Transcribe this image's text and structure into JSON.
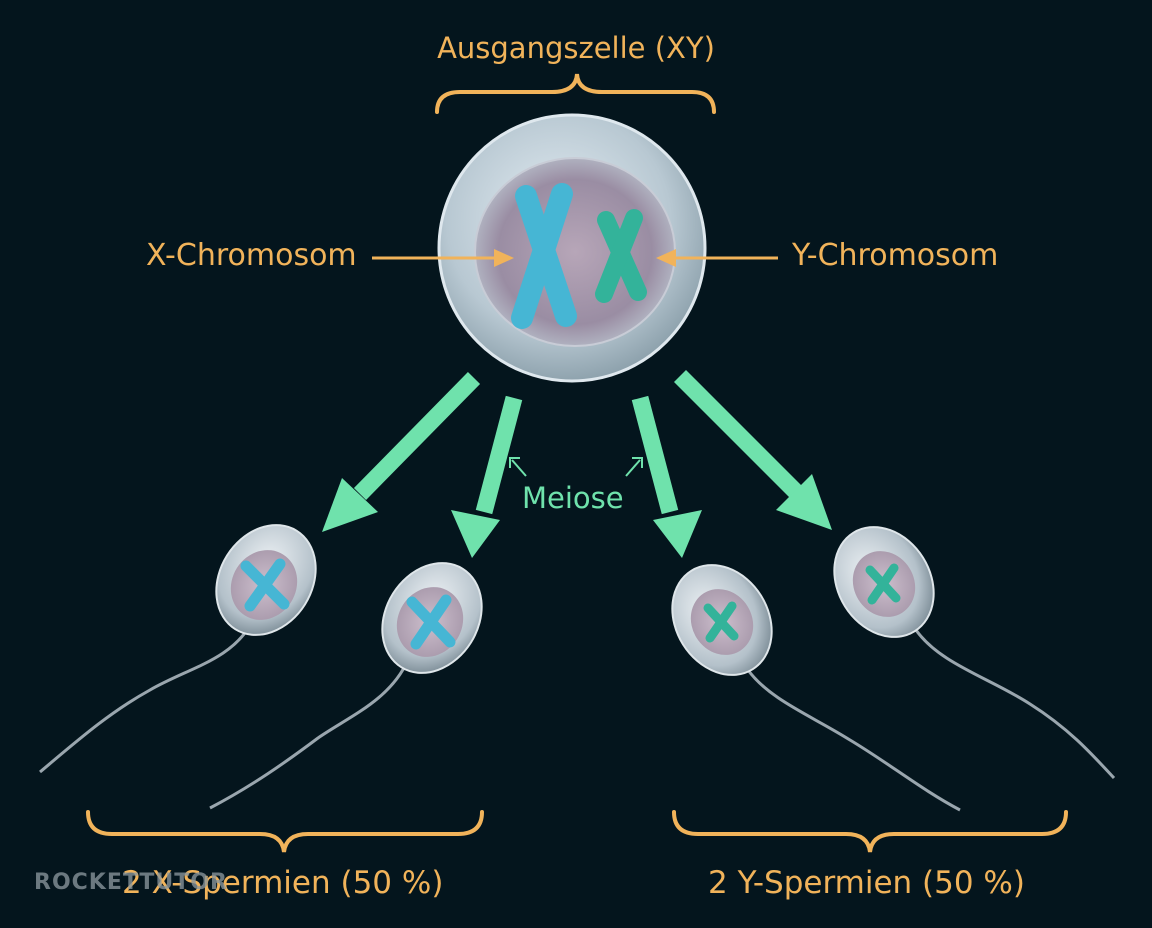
{
  "diagram": {
    "top_label": "Ausgangszelle (XY)",
    "x_chromosome_label": "X-Chromosom",
    "y_chromosome_label": "Y-Chromosom",
    "process_label": "Meiose",
    "left_group_label": "2 X-Spermien (50 %)",
    "right_group_label": "2 Y-Spermien (50 %)"
  },
  "watermark": "ROCKETTUTOR",
  "colors": {
    "background": "#04151d",
    "label_text": "#f1b35a",
    "arrow": "#6fe2ac",
    "x_chromosome": "#46b6d4",
    "y_chromosome": "#33b39a"
  }
}
